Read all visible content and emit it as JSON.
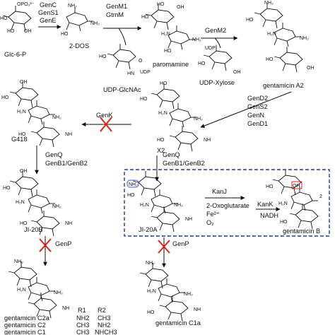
{
  "compounds": {
    "glc6p": "Glc-6-P",
    "dos": "2-DOS",
    "paromamine": "paromamine",
    "udp_glcnac": "UDP-GlcNAc",
    "udp_xylose": "UDP-Xylose",
    "gentamicin_a2": "gentamicin A2",
    "g418": "G418",
    "x2": "X2",
    "ji20b": "JI-20B",
    "ji20a": "JI-20A",
    "gentamicin_b": "gentamicin B",
    "gentamicin_c1a": "gentamicin C1a"
  },
  "enzymes": {
    "step1": [
      "GenC",
      "GenS1",
      "GenE"
    ],
    "step2": [
      "GenM1",
      "GtmM"
    ],
    "step3": "GenM2",
    "step4": [
      "GenD2",
      "GenS2",
      "GenN",
      "GenD1"
    ],
    "genk": "GenK",
    "step_x2_left": [
      "GenQ",
      "GenB1/GenB2"
    ],
    "step_x2_right": [
      "GenQ",
      "GenB1/GenB2"
    ],
    "genp_left": "GenP",
    "genp_right": "GenP",
    "kanj": "KanJ",
    "kank": "KanK"
  },
  "cofactors": {
    "oxoglutarate": "2-Oxoglutarate",
    "fe": "Fe²⁺",
    "o2": "O₂",
    "nadh": "NADH"
  },
  "table": {
    "headers": [
      "R1",
      "R2"
    ],
    "rows": [
      {
        "name": "gentamicin C2a",
        "r1": "NH2",
        "r2": "CH3"
      },
      {
        "name": "gentamicin C2",
        "r1": "CH3",
        "r2": "NH2"
      },
      {
        "name": "gentamicin C1",
        "r1": "CH3",
        "r2": "NHCH3"
      }
    ]
  },
  "atoms": {
    "nh2": "NH₂",
    "h2n": "H₂N",
    "ho": "HO",
    "oh": "OH",
    "o": "O",
    "hn": "HN",
    "nh": "NH",
    "udp": "UDP",
    "opo3": "OPO₃²⁻",
    "num2": "2"
  },
  "colors": {
    "box": "#1a3fb5",
    "highlight_red": "#d62020",
    "highlight_blue": "#3a5fcf",
    "cross": "#e0211b"
  }
}
